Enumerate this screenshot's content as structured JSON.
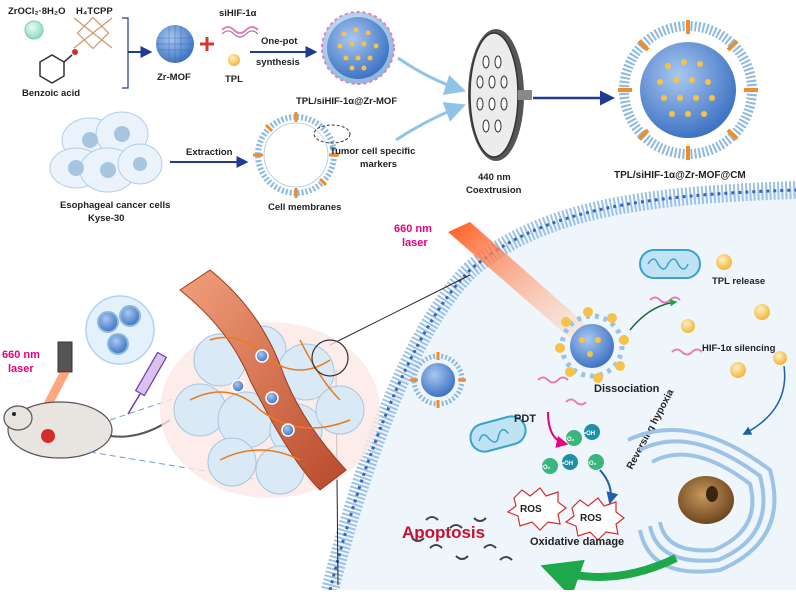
{
  "top": {
    "zrocl": "ZrOCl₂·8H₂O",
    "h4tcpp": "H₄TCPP",
    "benzoic": "Benzoic acid",
    "zrmof": "Zr-MOF",
    "sihif": "siHIF-1α",
    "tpl": "TPL",
    "onepot1": "One-pot",
    "onepot2": "synthesis",
    "loaded": "TPL/siHIF-1α@Zr-MOF",
    "extraction": "Extraction",
    "cancer1": "Esophageal cancer cells",
    "cancer2": "Kyse-30",
    "membranes": "Cell membranes",
    "markers1": "Tumor cell specific",
    "markers2": "markers",
    "coex1": "440 nm",
    "coex2": "Coextrusion",
    "final": "TPL/siHIF-1α@Zr-MOF@CM"
  },
  "bottom": {
    "laser_left1": "660 nm",
    "laser_left2": "laser",
    "laser_right1": "660 nm",
    "laser_right2": "laser",
    "tpl_release": "TPL release",
    "hif_silencing": "HIF-1α silencing",
    "dissociation": "Dissociation",
    "pdt": "PDT",
    "reversing": "Reversing hypoxia",
    "ros1": "ROS",
    "ros2": "ROS",
    "oxidative": "Oxidative damage",
    "apoptosis": "Apoptosis",
    "o2": "¹O₂",
    "oh": "•OH"
  },
  "colors": {
    "laser": "#e6007e",
    "arrow_blue": "#1f3a93",
    "arrow_green": "#1fa84a",
    "apoptosis": "#c8102e",
    "mof_blue": "#5b8fd6",
    "tpl_yellow": "#f7c24a",
    "marker_orange": "#f28c28"
  }
}
